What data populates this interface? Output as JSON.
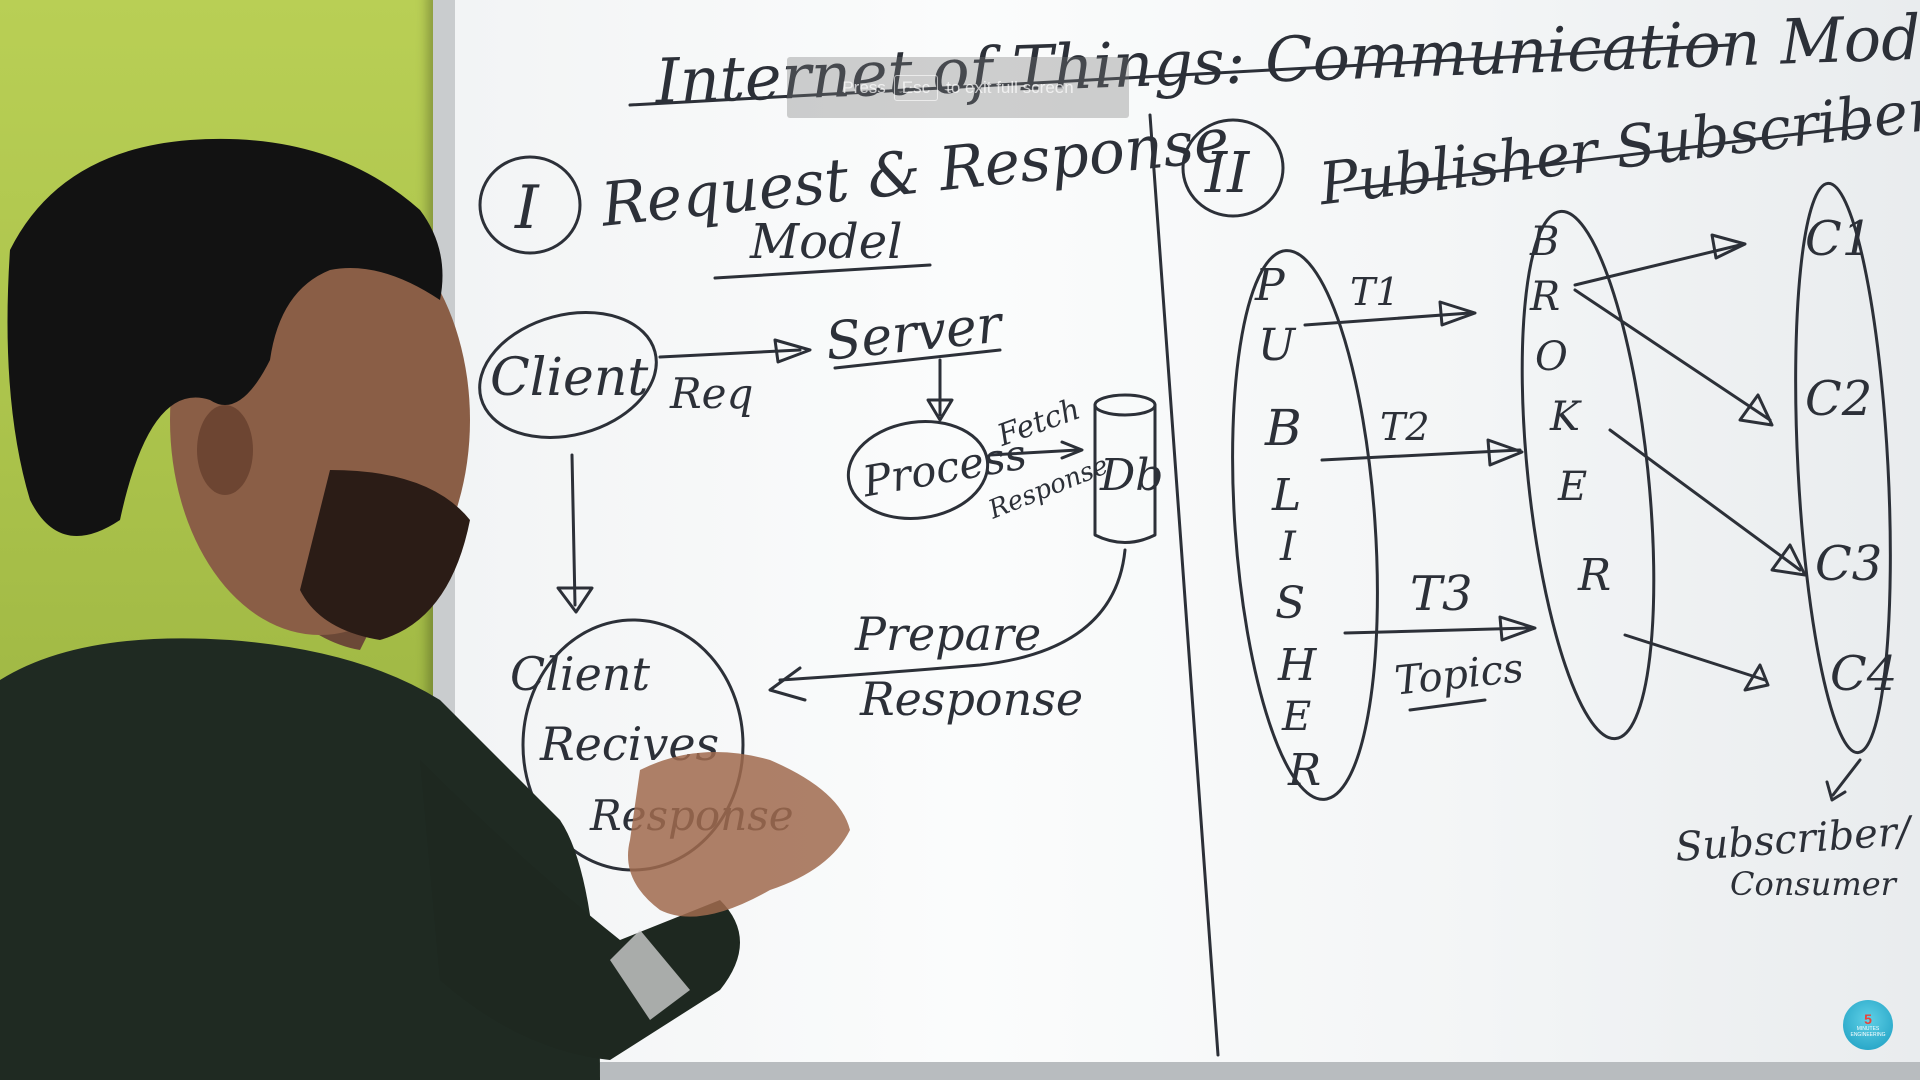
{
  "fullscreen_notice": {
    "prefix": "Press",
    "key": "Esc",
    "suffix": "to exit full screen"
  },
  "board": {
    "title": "Internet of Things: Communication Models",
    "section1": {
      "numeral": "I",
      "heading_line1": "Request & Response",
      "heading_line2": "Model",
      "client": "Client",
      "req": "Req",
      "server": "Server",
      "process": "Process",
      "fetch": "Fetch",
      "response_small": "Response",
      "db": "Db",
      "prepare": "Prepare",
      "response": "Response",
      "client_receives_1": "Client",
      "client_receives_2": "Recives",
      "client_receives_3": "Response"
    },
    "section2": {
      "numeral": "II",
      "heading": "Publisher Subscriber Model",
      "publisher_letters": [
        "P",
        "U",
        "B",
        "L",
        "I",
        "S",
        "H",
        "E",
        "R"
      ],
      "broker_letters": [
        "B",
        "R",
        "O",
        "K",
        "E",
        "R"
      ],
      "topics": [
        "T1",
        "T2",
        "T3"
      ],
      "topics_label": "Topics",
      "consumers": [
        "C1",
        "C2",
        "C3",
        "C4"
      ],
      "subscriber_line1": "Subscriber/",
      "subscriber_line2": "Consumer"
    }
  },
  "channel_logo": {
    "number": "5",
    "text": "MINUTES ENGINEERING"
  }
}
